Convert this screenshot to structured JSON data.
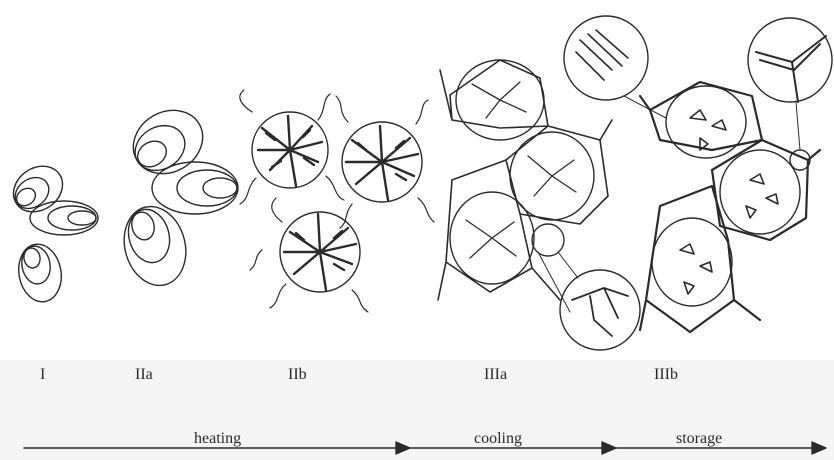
{
  "stage_labels": {
    "I": "I",
    "IIa": "IIa",
    "IIb": "IIb",
    "IIIa": "IIIa",
    "IIIb": "IIIb"
  },
  "phases": {
    "heating": "heating",
    "cooling": "cooling",
    "storage": "storage"
  },
  "colors": {
    "ink": "#2b2b2b",
    "background": "#ffffff",
    "band": "#f5f5f5"
  }
}
